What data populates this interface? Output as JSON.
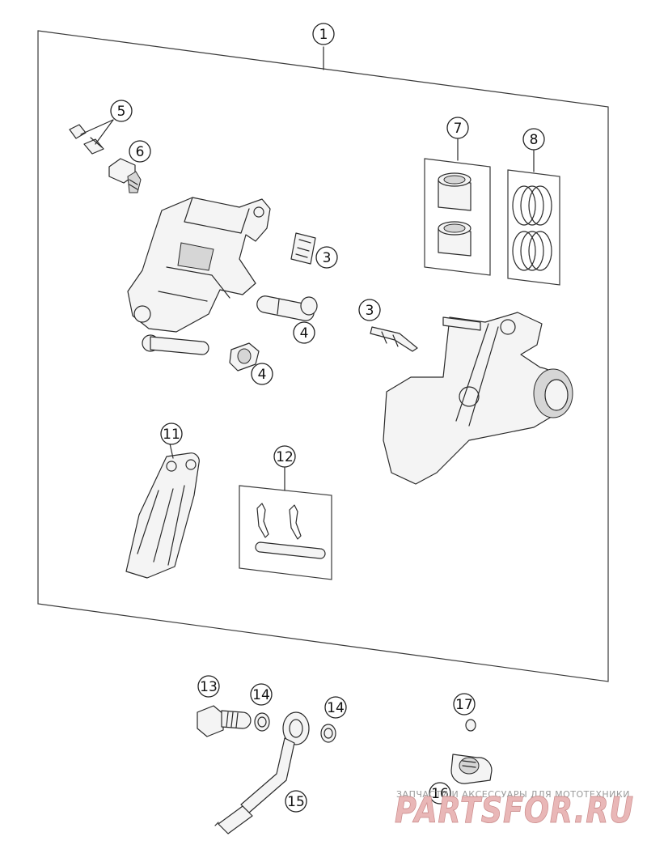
{
  "callouts": {
    "c1": "1",
    "c3a": "3",
    "c3b": "3",
    "c4a": "4",
    "c4b": "4",
    "c5": "5",
    "c6": "6",
    "c7": "7",
    "c8": "8",
    "c11": "11",
    "c12": "12",
    "c13": "13",
    "c14a": "14",
    "c14b": "14",
    "c15": "15",
    "c16": "16",
    "c17": "17"
  },
  "watermark": {
    "tagline": "ЗАПЧАСТИ И АКСЕССУАРЫ ДЛЯ МОТОТЕХНИКИ",
    "brand": "PARTSFOR.RU"
  }
}
